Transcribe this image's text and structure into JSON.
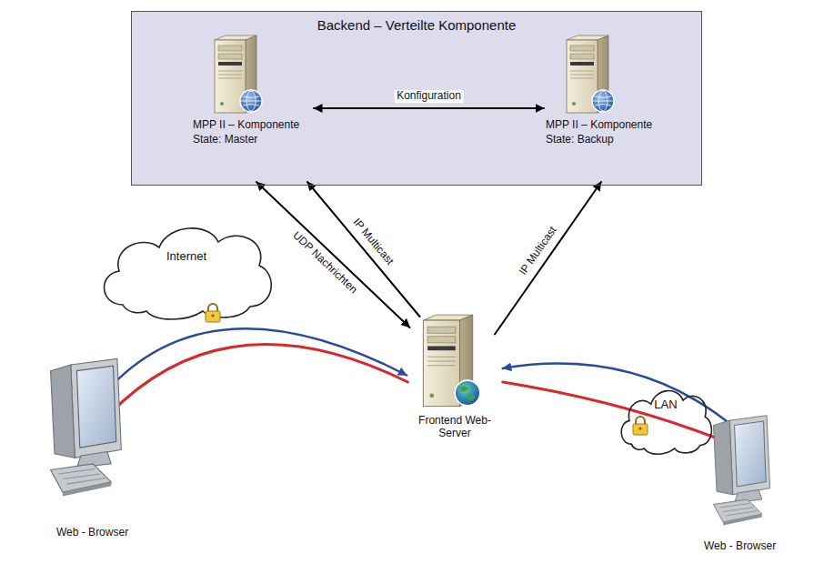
{
  "diagram": {
    "nodes": [
      {
        "text": [
          "Backend – Verteilte Komponente"
        ]
      },
      {
        "text": [
          "MPP II – Komponente",
          "State: Master"
        ],
        "in": 0
      },
      {
        "text": [
          "MPP II – Komponente",
          "State: Backup"
        ],
        "in": 0
      },
      {
        "text": [
          "Internet"
        ]
      },
      {
        "text": [
          "Frontend Web-Server"
        ]
      },
      {
        "text": [
          "LAN"
        ]
      },
      {
        "text": [
          "Web - Browser"
        ]
      },
      {
        "text": [
          "Web - Browser"
        ]
      }
    ],
    "edges": [
      {
        "from": 1,
        "to": 2,
        "label": "Konfiguration",
        "arrow": "both"
      },
      {
        "from": 1,
        "to": 4,
        "label": "UDP Nachrichten",
        "arrow": "both"
      },
      {
        "from": 4,
        "to": 1,
        "label": "IP Multicast",
        "arrow": "to"
      },
      {
        "from": 4,
        "to": 2,
        "label": "IP Multicast",
        "arrow": "to"
      },
      {
        "from": 6,
        "to": 4,
        "arrow": "to"
      },
      {
        "from": 6,
        "to": 4,
        "arrow": "none"
      },
      {
        "from": 7,
        "to": 4,
        "arrow": "to"
      },
      {
        "from": 7,
        "to": 4,
        "arrow": "none"
      }
    ]
  }
}
